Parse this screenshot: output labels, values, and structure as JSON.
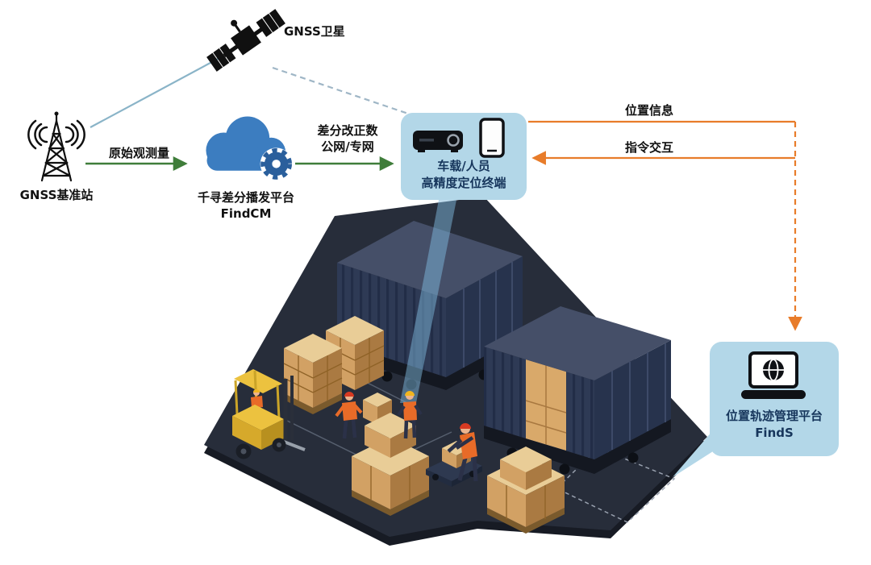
{
  "diagram": {
    "satellite": {
      "label": "GNSS卫星"
    },
    "base_station": {
      "label": "GNSS基准站"
    },
    "cloud_platform": {
      "name": "千寻差分播发平台",
      "product": "FindCM"
    },
    "terminal": {
      "line1": "车载/人员",
      "line2": "高精度定位终端"
    },
    "management_platform": {
      "name": "位置轨迹管理平台",
      "product": "FindS"
    },
    "links": {
      "raw_observation": "原始观测量",
      "correction_line1": "差分改正数",
      "correction_line2": "公网/专网",
      "position_info": "位置信息",
      "command_interaction": "指令交互"
    }
  },
  "icons": {
    "satellite": "satellite-icon",
    "base_station": "radio-tower-icon",
    "cloud_platform": "cloud-gear-icon",
    "terminal_receiver": "receiver-box-icon",
    "terminal_phone": "smartphone-icon",
    "management_platform": "laptop-globe-icon"
  },
  "colors": {
    "bubble_bg": "#b3d7e8",
    "bubble_text": "#17365c",
    "arrow_green": "#3f7d3a",
    "arrow_orange": "#e87c2a",
    "satellite_link": "#8ab4c8",
    "cloud_blue": "#3c7dc0",
    "gear_blue": "#2a5f9c",
    "platform_dark": "#272d3a",
    "container_navy": "#2e3a55",
    "carton_tan": "#d2a164",
    "forklift_yellow": "#ecc23f",
    "vest_orange": "#e86b28"
  }
}
